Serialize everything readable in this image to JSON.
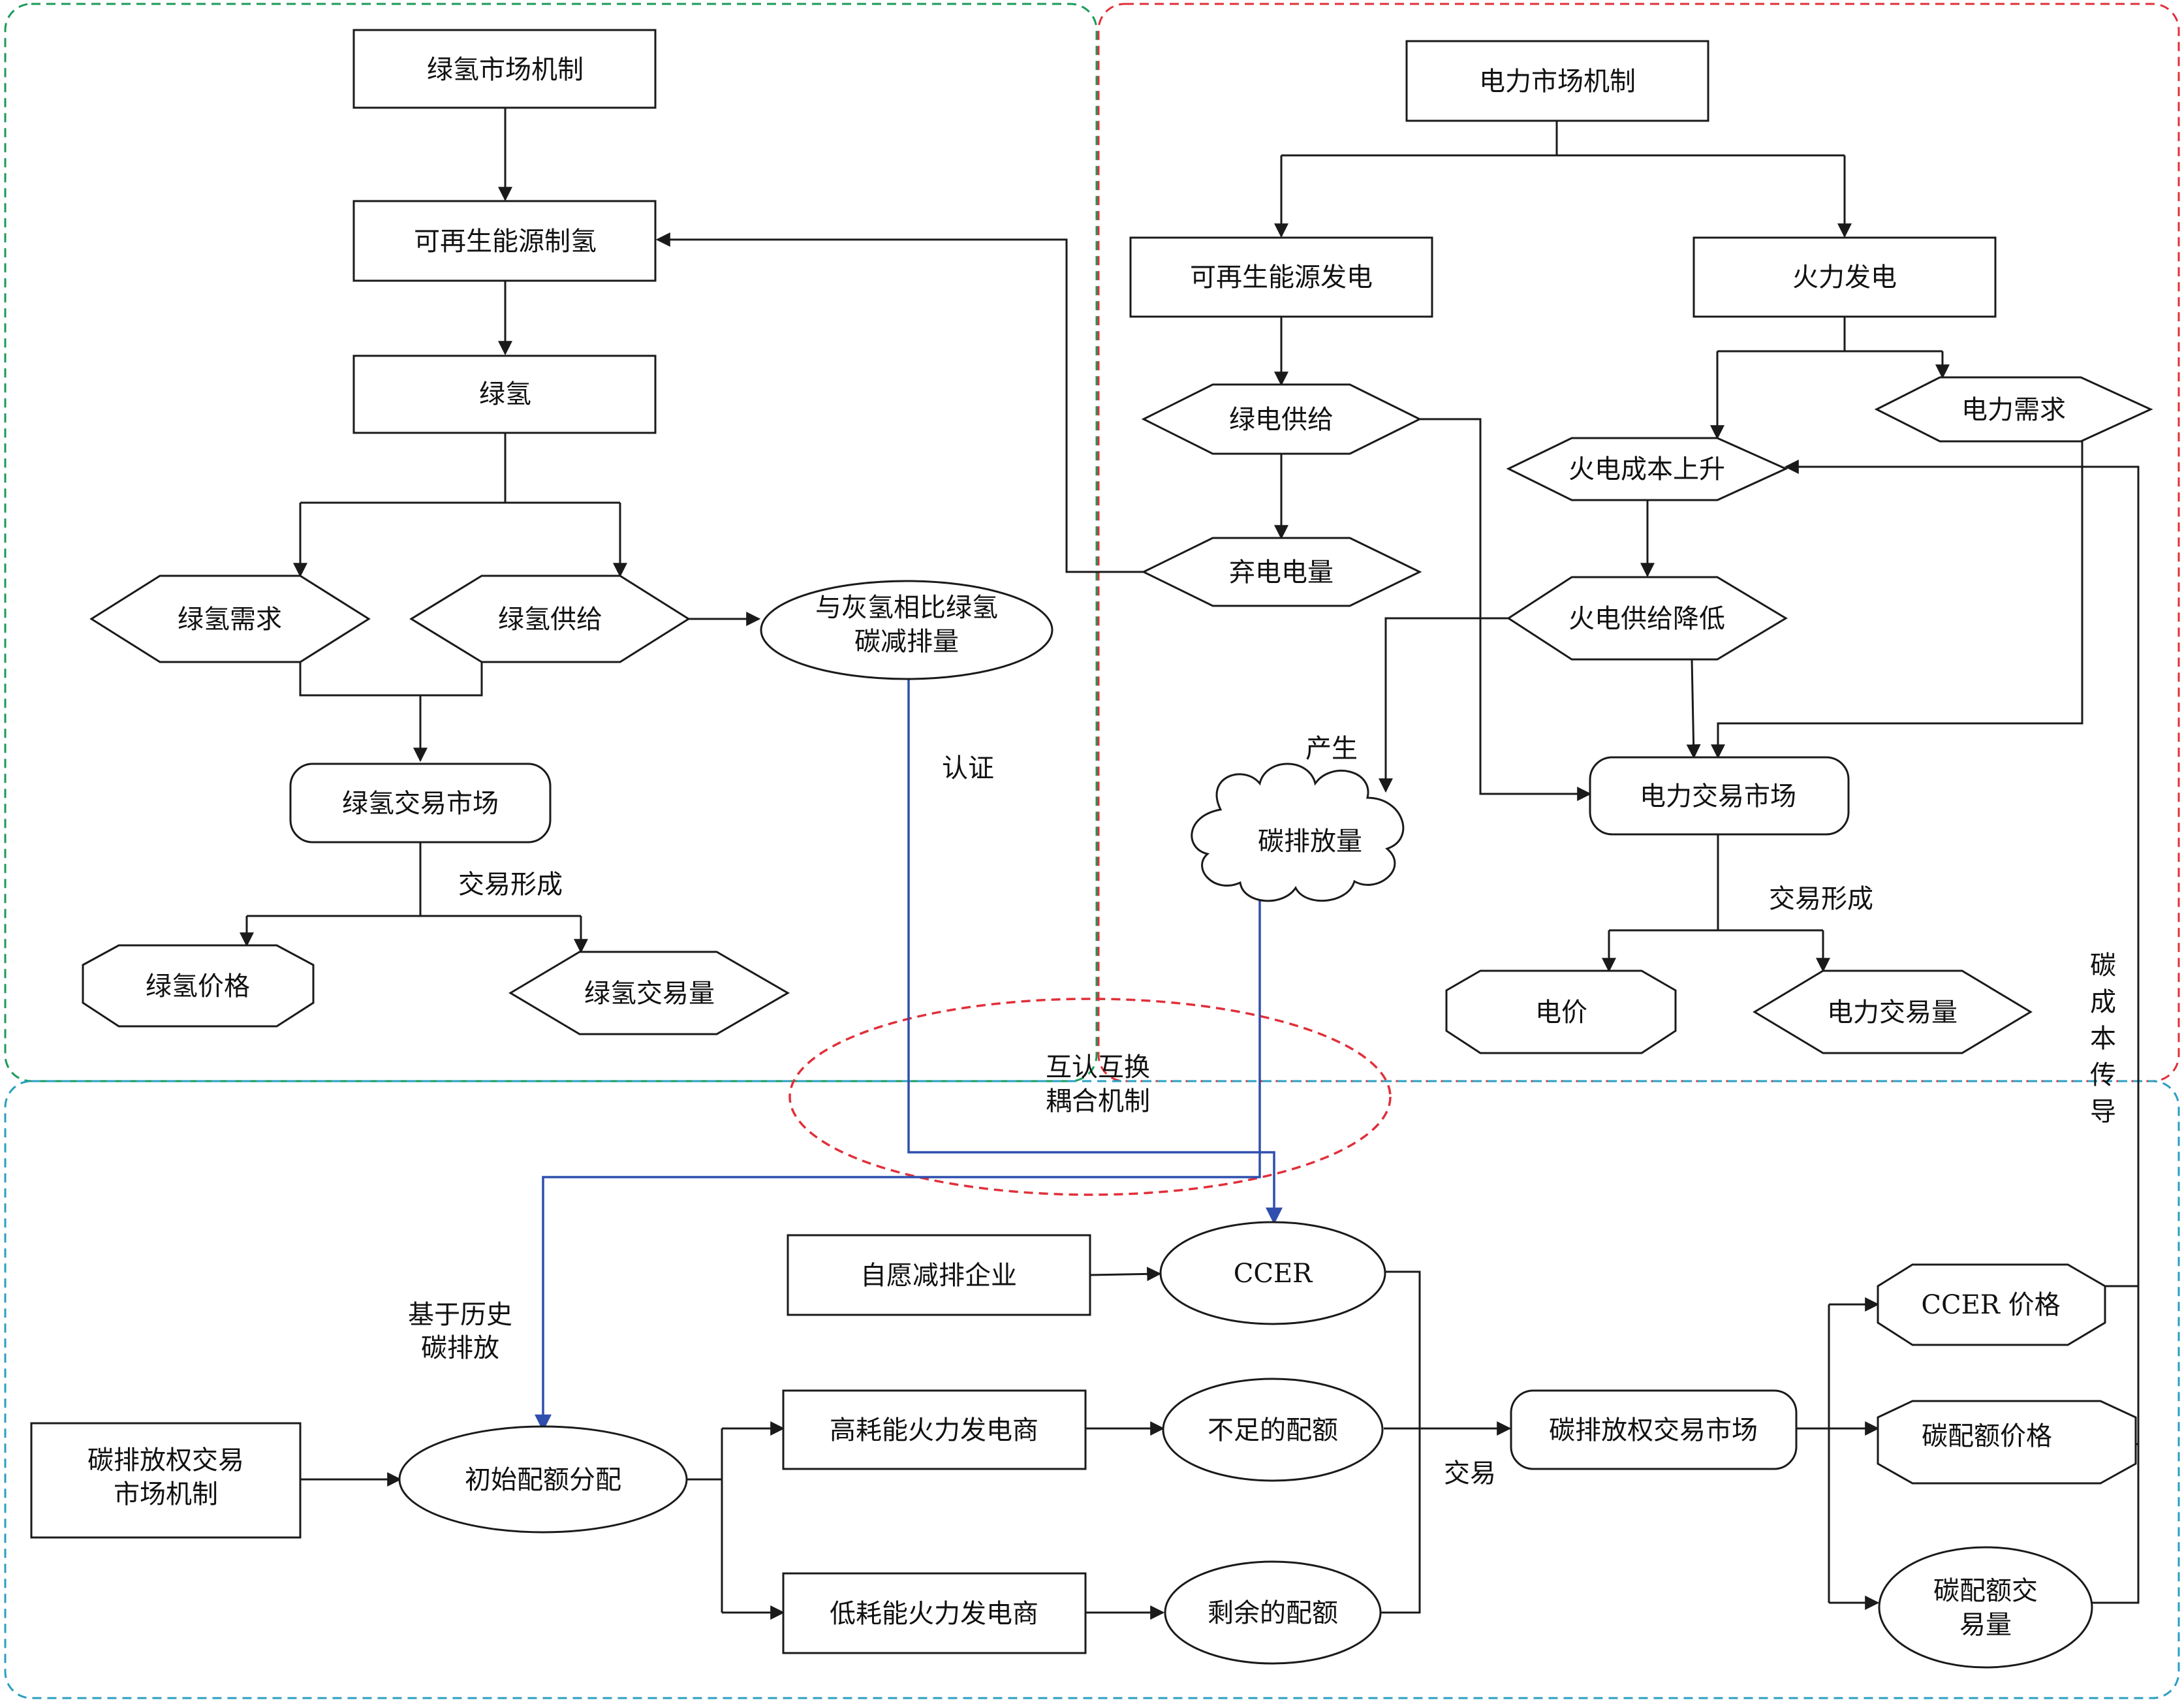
{
  "regions": {
    "green_color": "#1a9a5a",
    "power_color": "#e0303a",
    "carbon_color": "#2a9fc0",
    "coupling_color": "#e0303a"
  },
  "green": {
    "mechanism": "绿氢市场机制",
    "production": "可再生能源制氢",
    "hydrogen": "绿氢",
    "demand": "绿氢需求",
    "supply": "绿氢供给",
    "reduction_line1": "与灰氢相比绿氢",
    "reduction_line2": "碳减排量",
    "market": "绿氢交易市场",
    "trade_formed": "交易形成",
    "price": "绿氢价格",
    "volume": "绿氢交易量"
  },
  "power": {
    "mechanism": "电力市场机制",
    "renewable": "可再生能源发电",
    "thermal": "火力发电",
    "green_supply": "绿电供给",
    "demand": "电力需求",
    "cost_up": "火电成本上升",
    "curtail": "弃电电量",
    "supply_down": "火电供给降低",
    "produce": "产生",
    "emission": "碳排放量",
    "market": "电力交易市场",
    "trade_formed": "交易形成",
    "price": "电价",
    "volume": "电力交易量",
    "carbon_cost": [
      "碳",
      "成",
      "本",
      "传",
      "导"
    ]
  },
  "coupling": {
    "line1": "互认互换",
    "line2": "耦合机制",
    "certify": "认证"
  },
  "carbon": {
    "mechanism_line1": "碳排放权交易",
    "mechanism_line2": "市场机制",
    "history_line1": "基于历史",
    "history_line2": "碳排放",
    "initial": "初始配额分配",
    "voluntary": "自愿减排企业",
    "ccer": "CCER",
    "high": "高耗能火力发电商",
    "shortage": "不足的配额",
    "low": "低耗能火力发电商",
    "surplus": "剩余的配额",
    "trade": "交易",
    "market": "碳排放权交易市场",
    "ccer_price": "CCER 价格",
    "quota_price": "碳配额价格",
    "volume_line1": "碳配额交",
    "volume_line2": "易量"
  }
}
